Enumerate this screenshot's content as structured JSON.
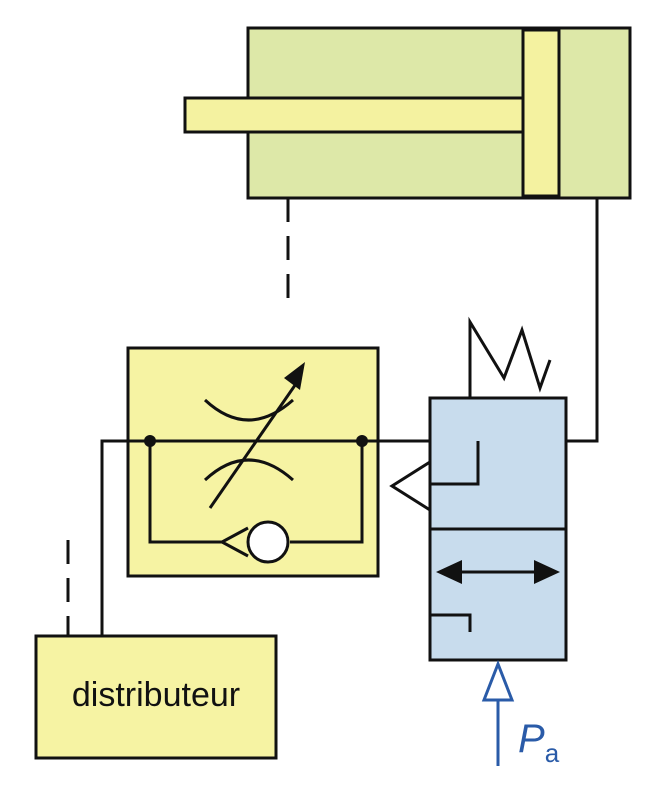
{
  "distributor": {
    "label": "distributeur"
  },
  "pressure": {
    "symbol": "P",
    "subscript": "a"
  },
  "colors": {
    "cylinder": "#dde8a8",
    "rod": "#f4f2a0",
    "flow_block": "#f6f3a3",
    "valve": "#c8dced",
    "distributor": "#f6f3a3",
    "line": "#111111",
    "arrow_blue": "#2a5ba8"
  }
}
